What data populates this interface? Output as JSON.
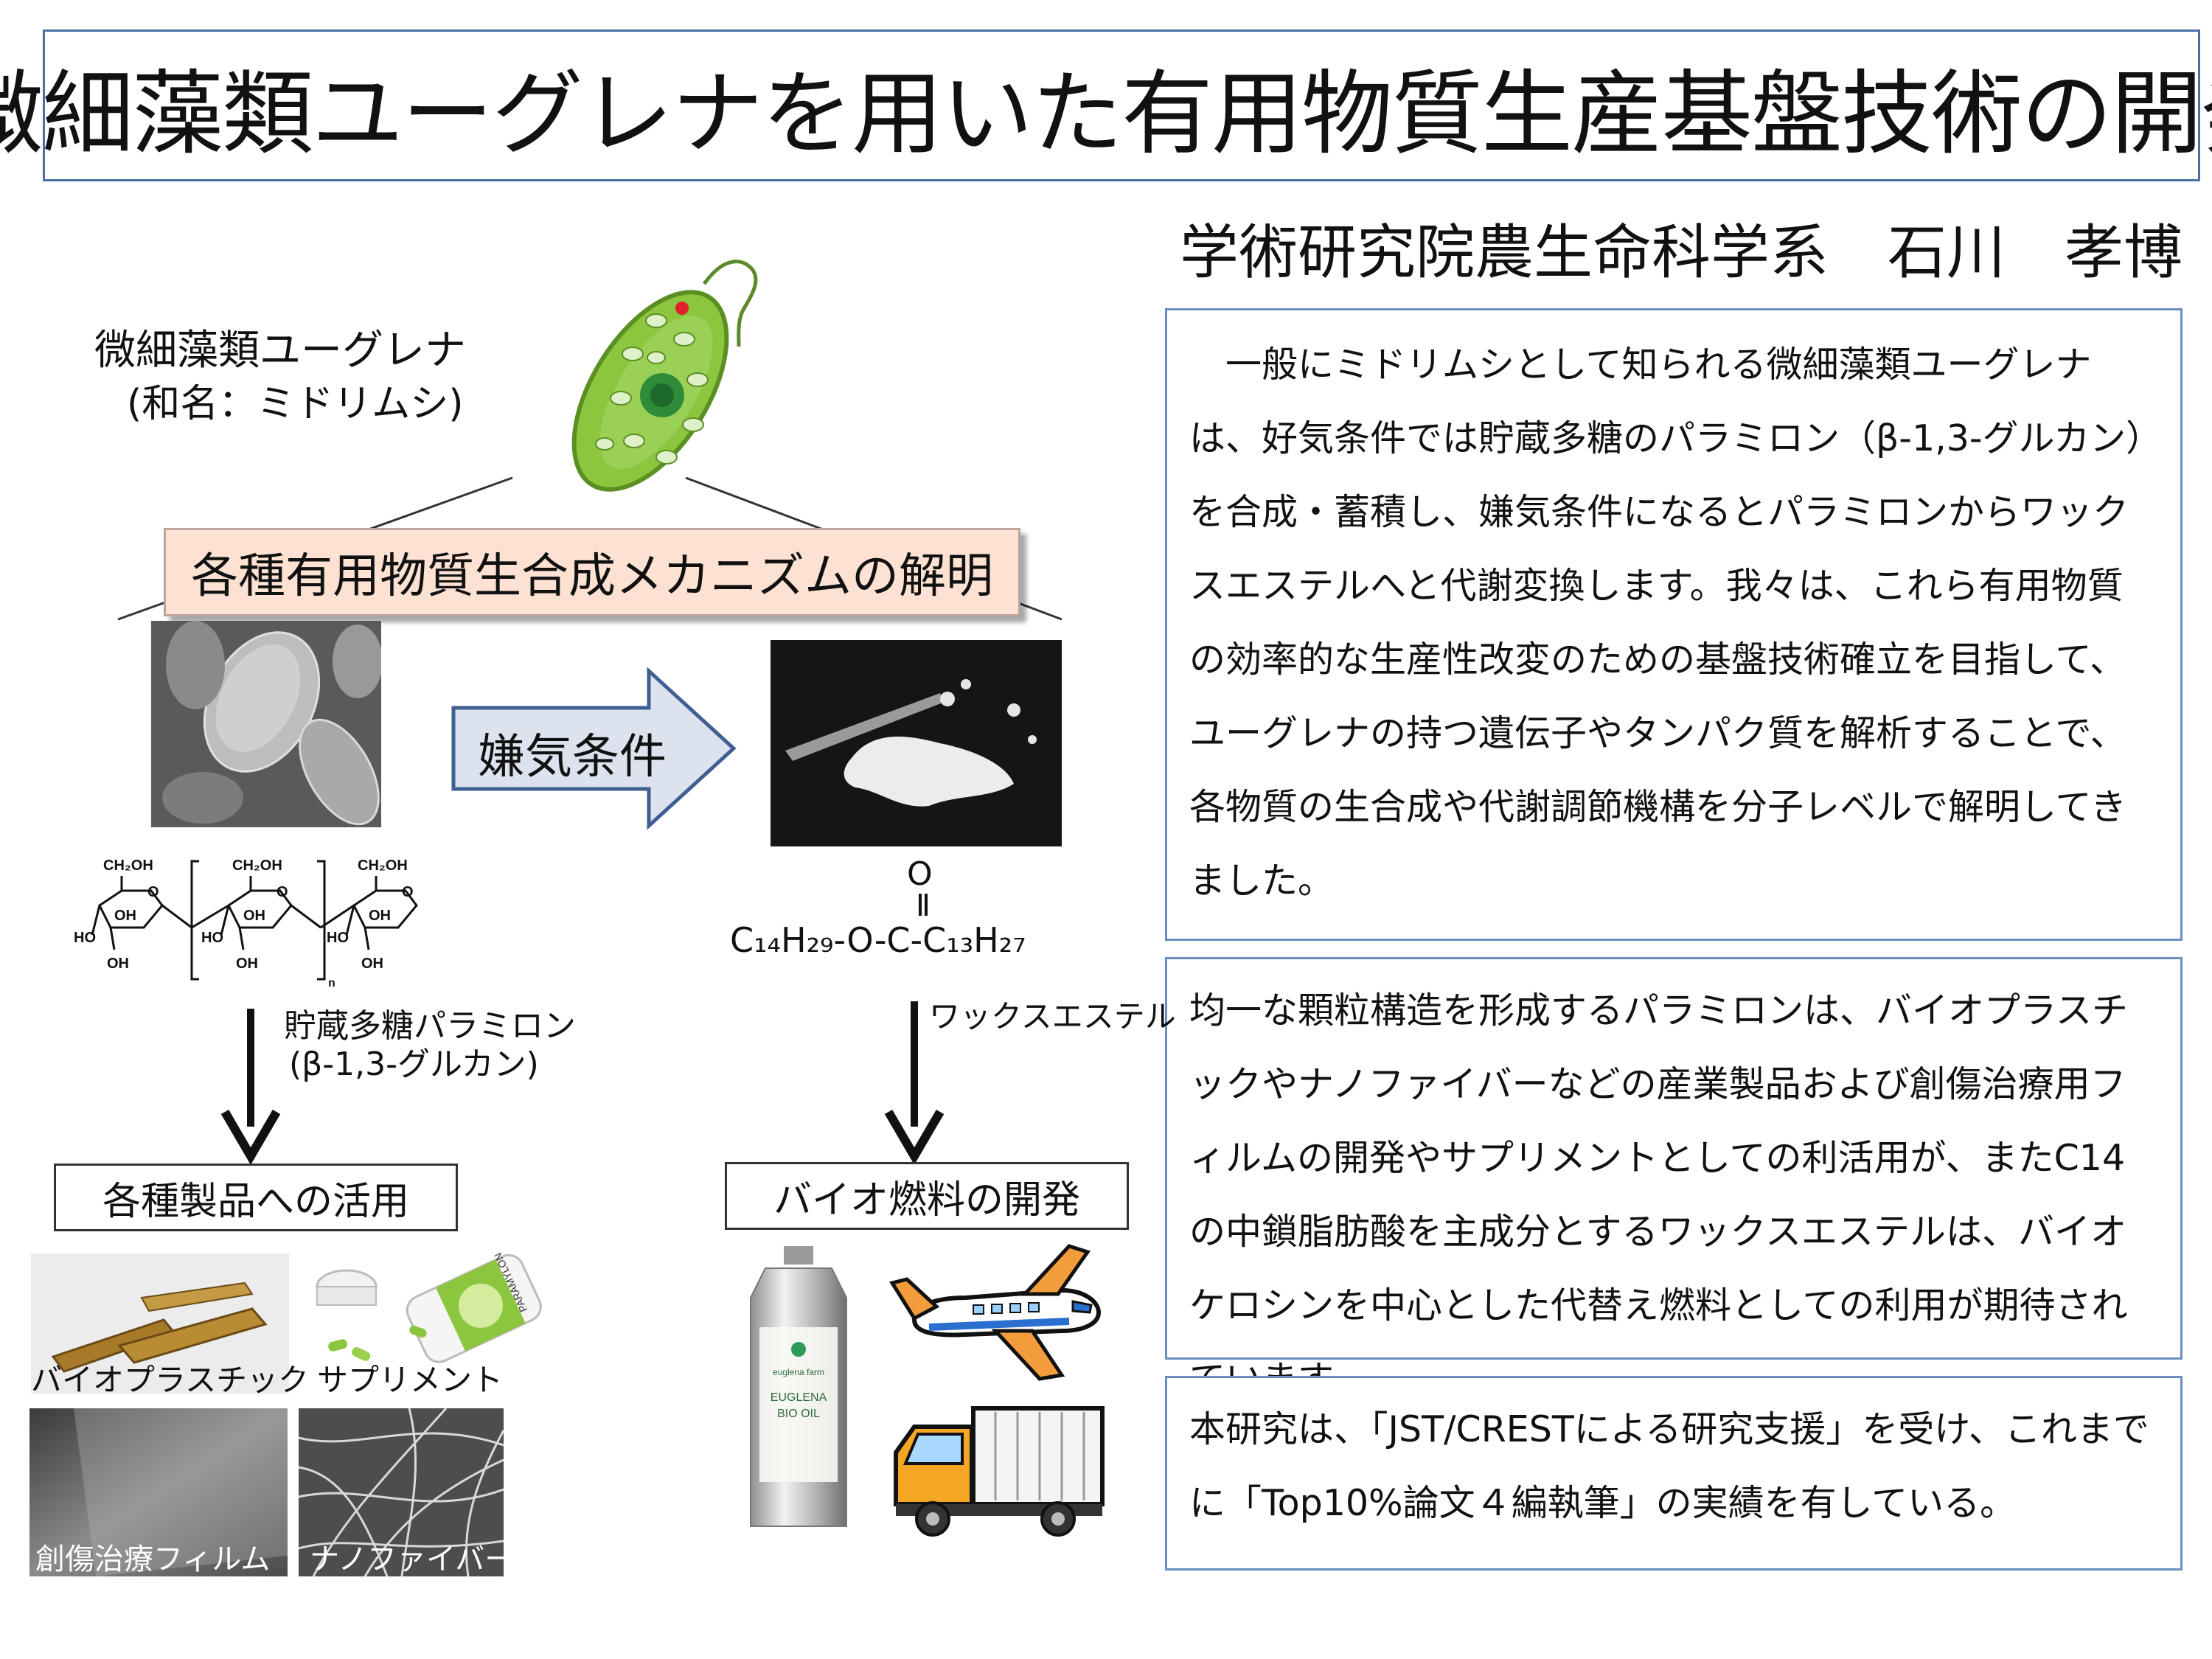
{
  "title": "微細藻類ユーグレナを用いた有用物質生産基盤技術の開発",
  "author": "学術研究院農生命科学系　石川　孝博",
  "euglena_label": {
    "line1": "微細藻類ユーグレナ",
    "line2": "(和名：ミドリムシ)"
  },
  "mechanism_label": "各種有用物質生合成メカニズムの解明",
  "anaerobic_label": "嫌気条件",
  "chem": {
    "ch2oh": "CH₂OH",
    "ho": "HO",
    "oh": "OH",
    "o": "O",
    "n": "n",
    "paramylon_line1": "貯蔵多糖パラミロン",
    "paramylon_line2": "(β-1,3-グルカン)",
    "wax_formula": "C₁₄H₂₉-O-C-C₁₃H₂₇",
    "wax_o": "O",
    "wax_label": "ワックスエステル"
  },
  "products_box": "各種製品への活用",
  "biofuel_box": "バイオ燃料の開発",
  "product_captions": {
    "bioplastic": "バイオプラスチック",
    "supplement": "サプリメント",
    "film": "創傷治療フィルム",
    "nanofiber": "ナノファイバー"
  },
  "can_text": {
    "brand": "euglena farm",
    "line1": "EUGLENA",
    "line2": "BIO OIL"
  },
  "bottle_text": "PARAMYLON",
  "para1": "　一般にミドリムシとして知られる微細藻類ユーグレナは、好気条件では貯蔵多糖のパラミロン（β-1,3-グルカン）を合成・蓄積し、嫌気条件になるとパラミロンからワックスエステルへと代謝変換します。我々は、これら有用物質の効率的な生産性改変のための基盤技術確立を目指して、ユーグレナの持つ遺伝子やタンパク質を解析することで、各物質の生合成や代謝調節機構を分子レベルで解明してきました。",
  "para2": "均一な顆粒構造を形成するパラミロンは、バイオプラスチックやナノファイバーなどの産業製品および創傷治療用フィルムの開発やサプリメントとしての利活用が、またC14の中鎖脂肪酸を主成分とするワックスエステルは、バイオケロシンを中心とした代替え燃料としての利用が期待されています。",
  "para3": "本研究は、「JST/CRESTによる研究支援」を受け、これまでに「Top10%論文４編執筆」の実績を有している。",
  "colors": {
    "accent_border": "#6b8fbf",
    "title_border": "#4a6fa5",
    "mechanism_fill": "#fde2d3",
    "arrow_fill": "#dde3ee",
    "arrow_stroke": "#3f5f93",
    "euglena_green": "#8cc63f"
  }
}
